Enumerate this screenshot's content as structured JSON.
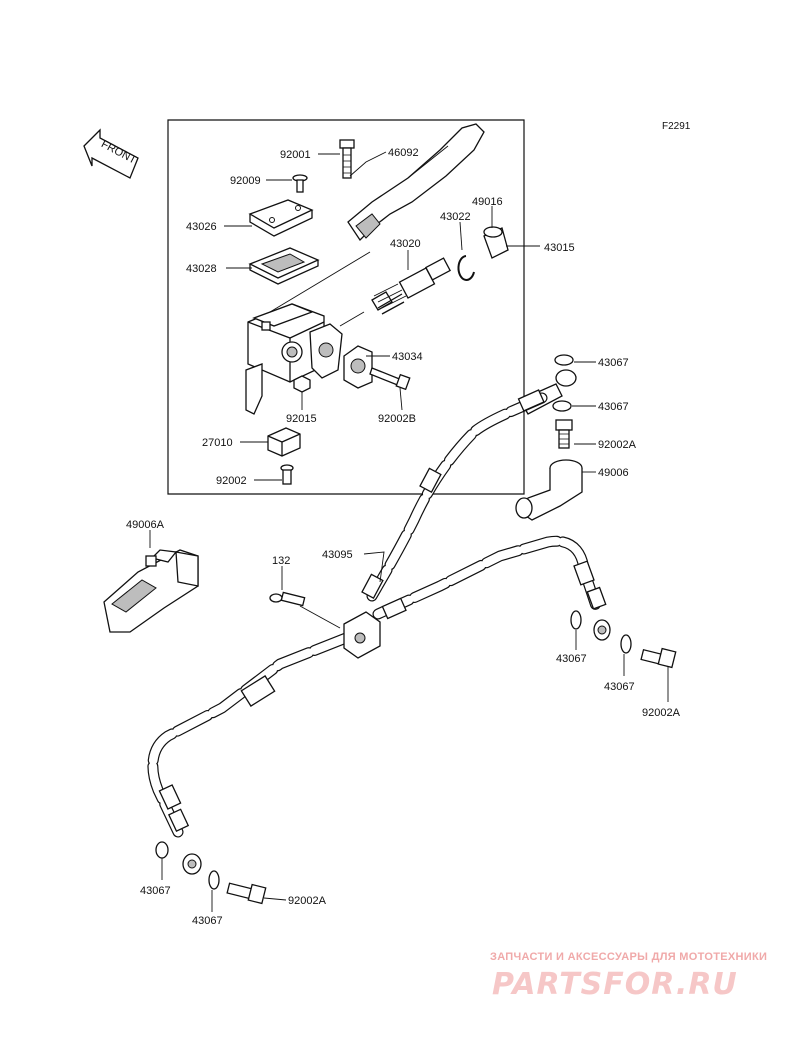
{
  "figure_code": "F2291",
  "front_label": "FRONT",
  "labels": {
    "p92001": "92001",
    "p46092": "46092",
    "p92009": "92009",
    "p43022": "43022",
    "p49016": "49016",
    "p43026": "43026",
    "p43020": "43020",
    "p43015": "43015",
    "p43028": "43028",
    "p43034": "43034",
    "p92015": "92015",
    "p92002B": "92002B",
    "p27010": "27010",
    "p92002": "92002",
    "p43067_a": "43067",
    "p43067_b": "43067",
    "p92002A_a": "92002A",
    "p49006": "49006",
    "p49006A": "49006A",
    "p132": "132",
    "p43095": "43095",
    "p43067_c": "43067",
    "p43067_d": "43067",
    "p92002A_b": "92002A",
    "p43067_e": "43067",
    "p43067_f": "43067",
    "p92002A_c": "92002A"
  },
  "watermark": {
    "tagline": "ЗАПЧАСТИ И АКСЕССУАРЫ ДЛЯ МОТОТЕХНИКИ",
    "logo": "PARTSFOR.RU"
  }
}
